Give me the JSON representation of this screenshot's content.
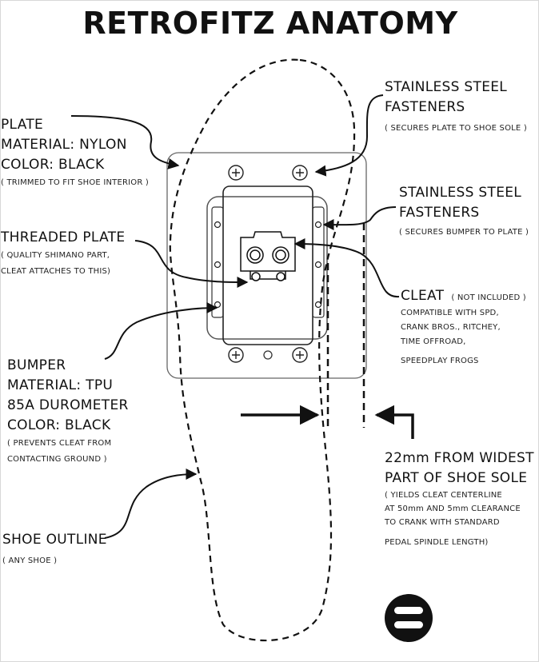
{
  "title": "RETROFITZ ANATOMY",
  "labels": {
    "plate": {
      "lines": [
        "PLATE",
        "MATERIAL: NYLON",
        "COLOR: BLACK"
      ],
      "note": "( TRIMMED TO FIT SHOE INTERIOR )"
    },
    "threaded_plate": {
      "heading": "THREADED PLATE",
      "notes": [
        "( QUALITY SHIMANO PART,",
        "CLEAT ATTACHES TO THIS)"
      ]
    },
    "bumper": {
      "lines": [
        "BUMPER",
        "MATERIAL: TPU",
        "85A DUROMETER",
        "COLOR: BLACK"
      ],
      "notes": [
        "( PREVENTS CLEAT FROM",
        "CONTACTING GROUND )"
      ]
    },
    "shoe_outline": {
      "heading": "SHOE OUTLINE",
      "note": "( ANY SHOE )"
    },
    "plate_fasteners": {
      "lines": [
        "STAINLESS STEEL",
        "FASTENERS"
      ],
      "note": "( SECURES PLATE TO SHOE SOLE )"
    },
    "bumper_fasteners": {
      "lines": [
        "STAINLESS STEEL",
        "FASTENERS"
      ],
      "note": "( SECURES BUMPER TO PLATE )"
    },
    "cleat": {
      "heading": "CLEAT",
      "heading_note": "( NOT INCLUDED )",
      "notes": [
        "COMPATIBLE WITH SPD,",
        "CRANK BROS., RITCHEY,",
        "TIME OFFROAD,",
        "SPEEDPLAY FROGS"
      ]
    },
    "measurement": {
      "lines": [
        "22mm FROM WIDEST",
        "PART OF SHOE SOLE"
      ],
      "notes": [
        "( YIELDS CLEAT CENTERLINE",
        "AT 50mm AND 5mm CLEARANCE",
        "TO CRANK WITH STANDARD",
        "PEDAL SPINDLE LENGTH)"
      ]
    }
  },
  "logo_icon": "equals-circle-logo"
}
